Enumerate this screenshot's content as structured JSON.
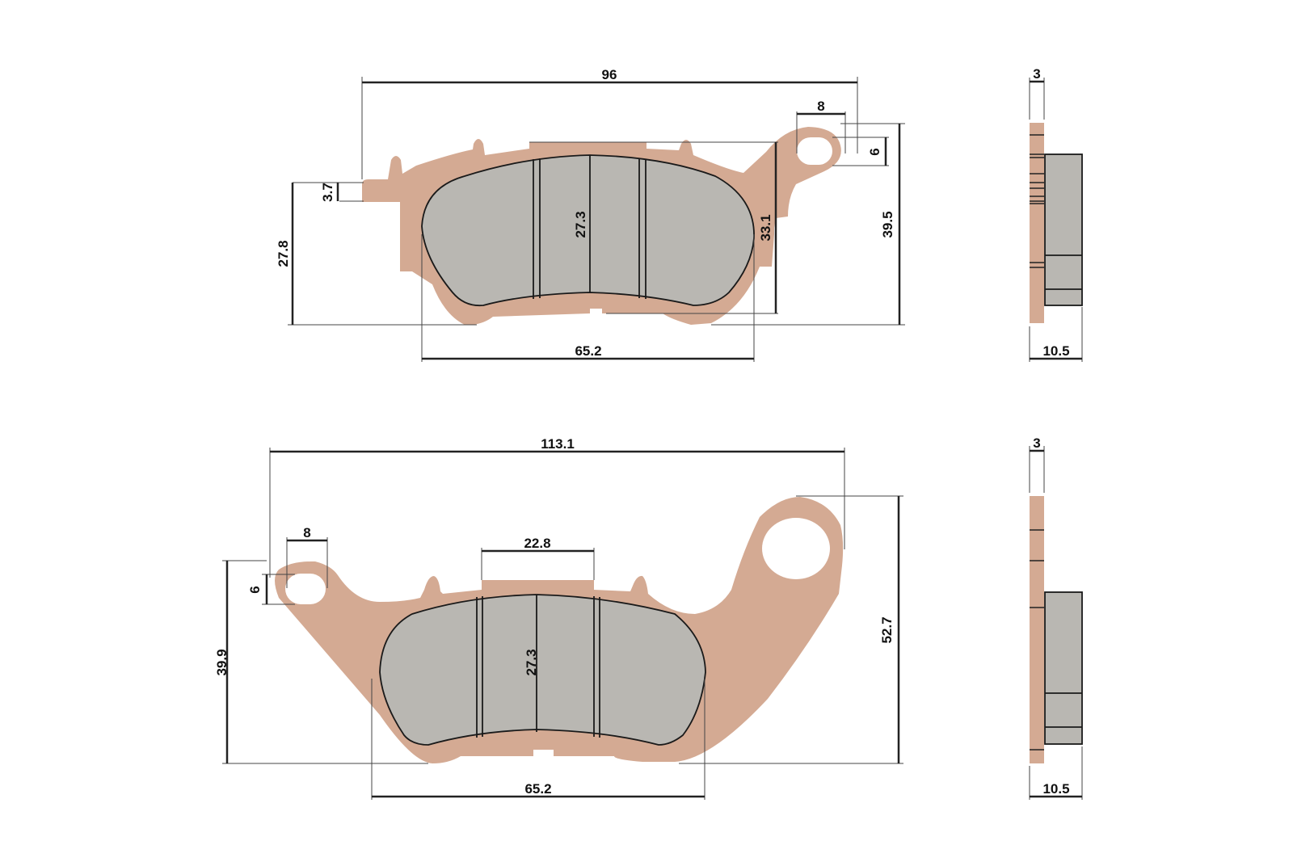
{
  "diagram": {
    "subject": "Brake pad technical drawing",
    "colors": {
      "backing_plate": "#d4aa93",
      "friction_material": "#b9b7b2",
      "lines": "#222222",
      "background": "#ffffff"
    },
    "pad_top": {
      "front_view": {
        "overall_width": "96",
        "slot_width": "8",
        "slot_height": "6",
        "tab_height": "3.7",
        "left_height": "27.8",
        "friction_height": "27.3",
        "plate_height": "33.1",
        "overall_height": "39.5",
        "friction_width": "65.2"
      },
      "side_view": {
        "plate_thickness": "3",
        "total_thickness": "10.5"
      }
    },
    "pad_bottom": {
      "front_view": {
        "overall_width": "113.1",
        "slot_width": "8",
        "slot_height": "6",
        "top_tab_width": "22.8",
        "friction_height": "27.3",
        "left_height": "39.9",
        "overall_height": "52.7",
        "friction_width": "65.2"
      },
      "side_view": {
        "plate_thickness": "3",
        "total_thickness": "10.5"
      }
    }
  }
}
